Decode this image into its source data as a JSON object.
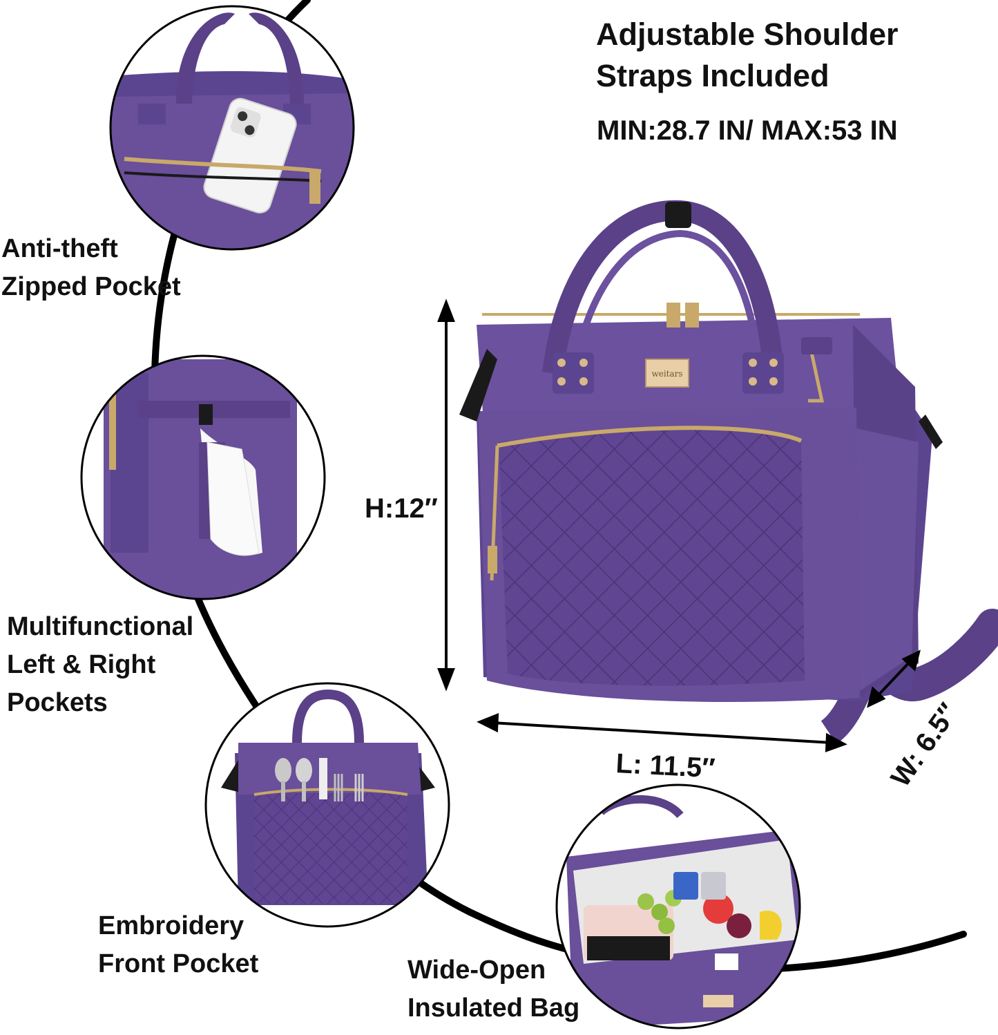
{
  "headline": {
    "title": "Adjustable Shoulder\nStraps Included",
    "strap_range": "MIN:28.7 IN/ MAX:53 IN"
  },
  "features": {
    "anti_theft": "Anti-theft\nZipped Pocket",
    "side_pockets": "Multifunctional\nLeft & Right\nPockets",
    "front_pocket": "Embroidery\nFront Pocket",
    "insulated": "Wide-Open\nInsulated Bag"
  },
  "dimensions": {
    "height": "H:12″",
    "length": "L: 11.5″",
    "width": "W: 6.5″"
  },
  "brand_tag": "weitars",
  "colors": {
    "bag_purple": "#6a4f9a",
    "bag_dark": "#4f3a7c",
    "bag_light": "#7a62aa",
    "gold_zip": "#c8a96a",
    "black_trim": "#1a1a1a",
    "line": "#000000"
  }
}
